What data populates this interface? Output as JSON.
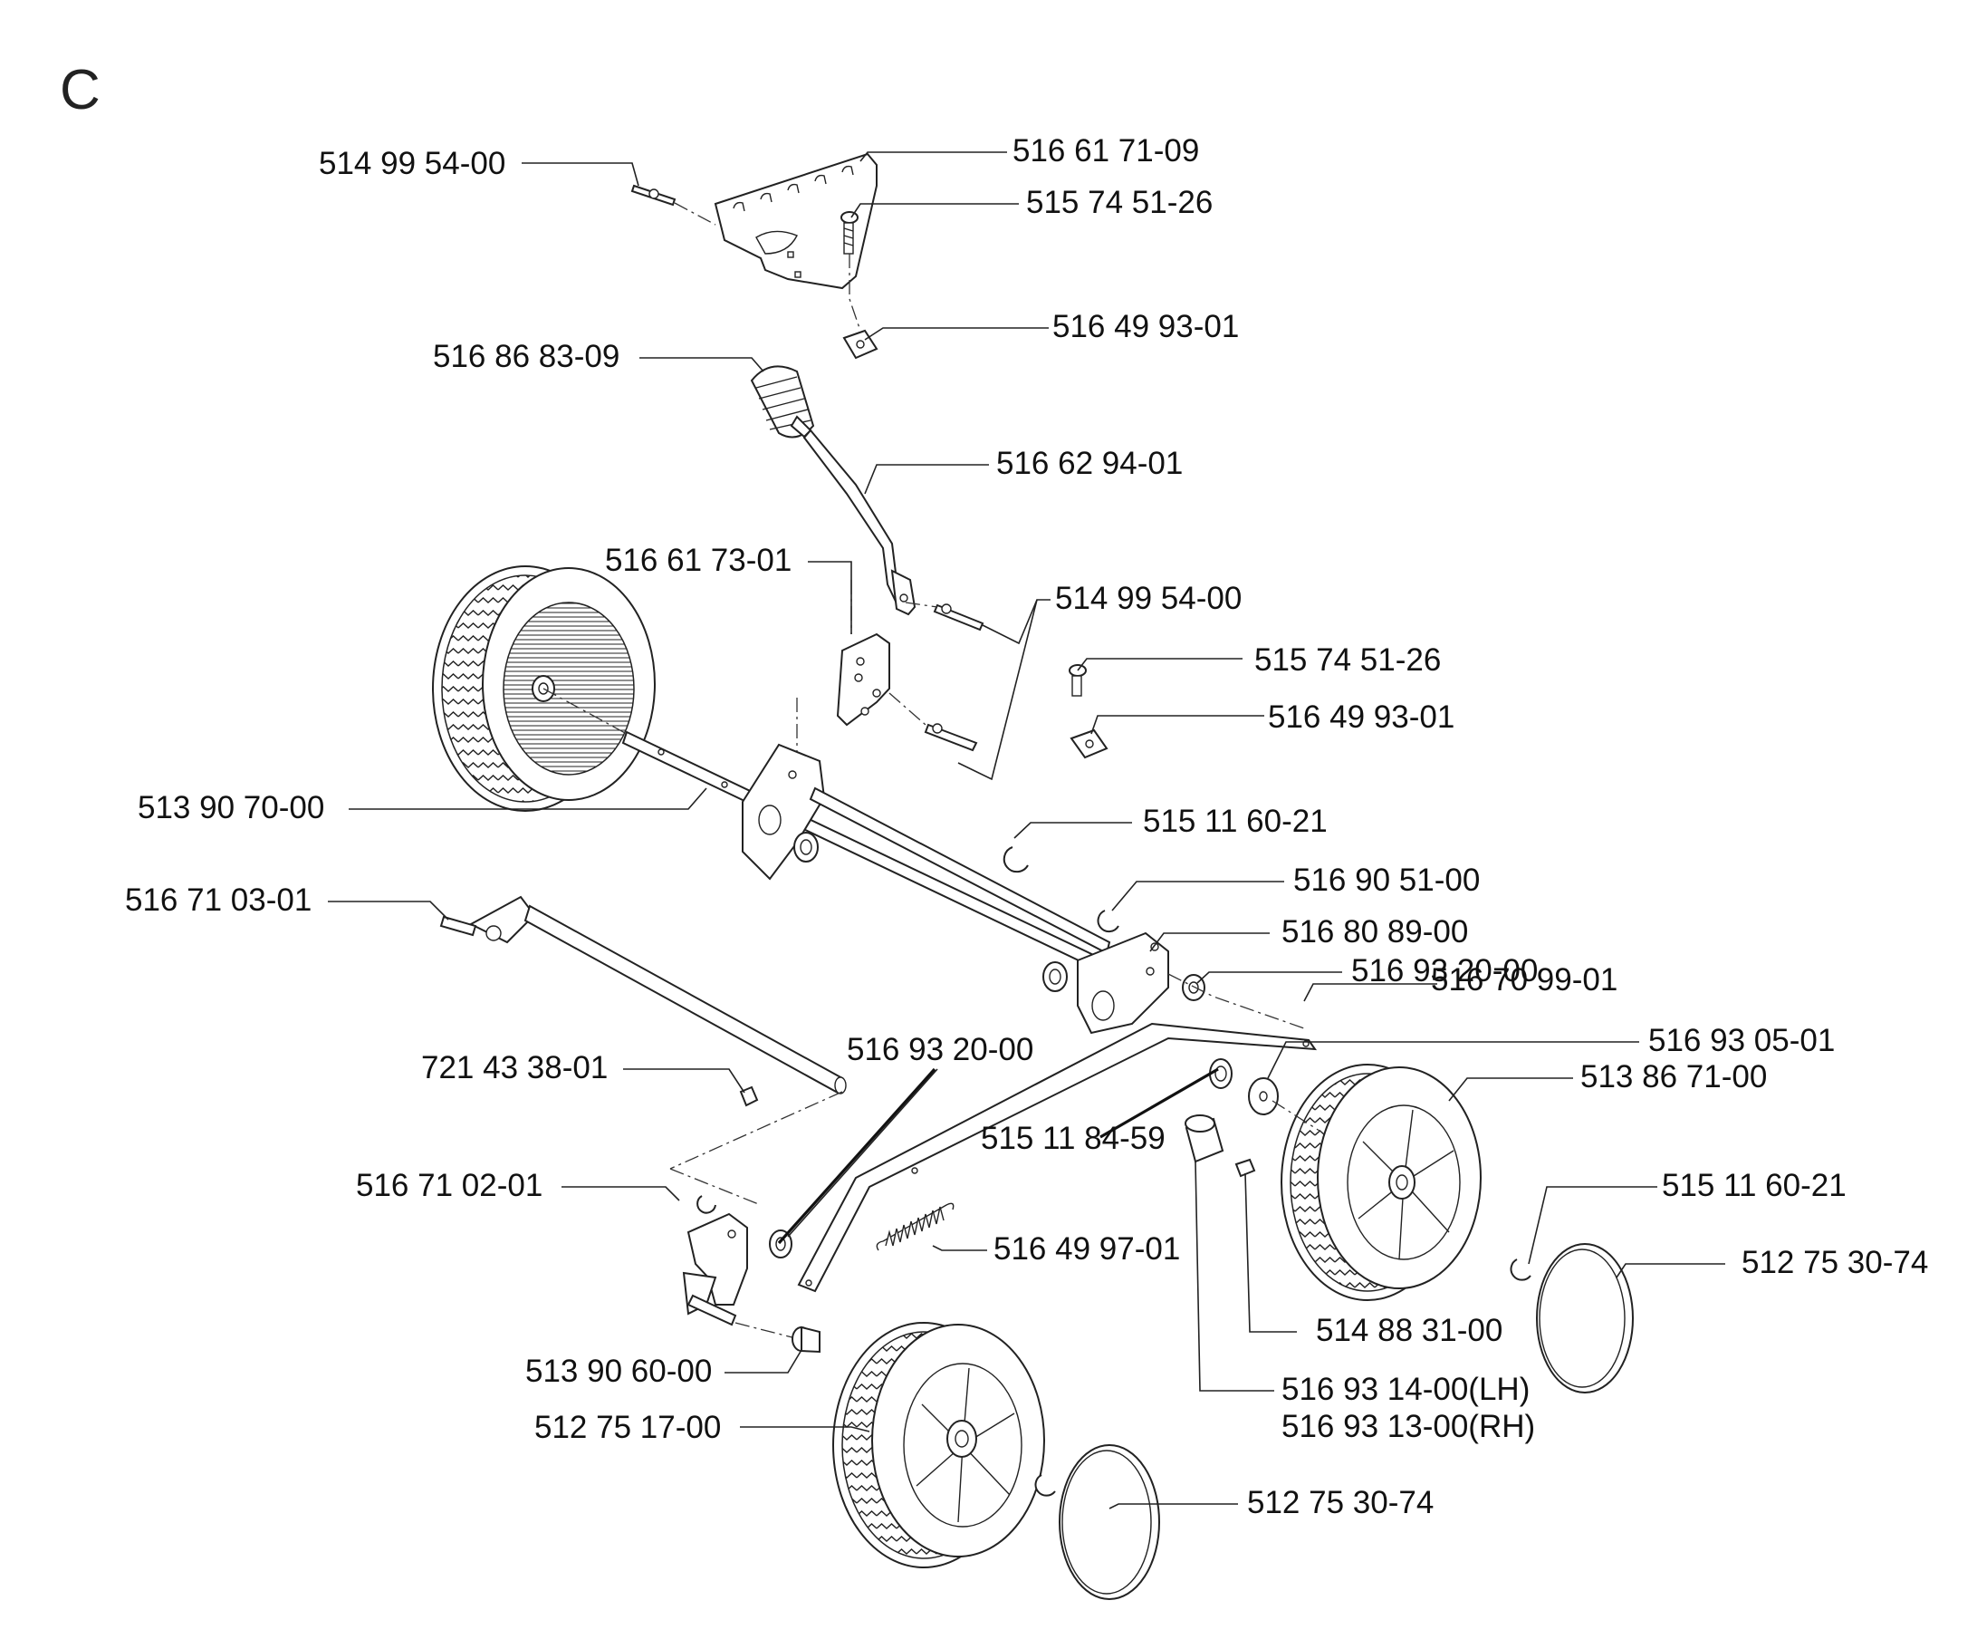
{
  "section": "C",
  "colors": {
    "ink": "#111111",
    "paper": "#ffffff"
  },
  "callouts": {
    "c01": "514 99 54-00",
    "c02": "516 61 71-09",
    "c03": "515 74 51-26",
    "c04": "516 49 93-01",
    "c05": "516 86 83-09",
    "c06": "516 62 94-01",
    "c07": "516 61 73-01",
    "c08": "514 99 54-00",
    "c09": "515 74 51-26",
    "c10": "516 49 93-01",
    "c11": "513 90 70-00",
    "c12": "515 11 60-21",
    "c13": "516 90 51-00",
    "c14": "516 71 03-01",
    "c15": "516 80 89-00",
    "c16": "516 93 20-00",
    "c17": "516 70 99-01",
    "c18": "721 43 38-01",
    "c19": "516 93 20-00",
    "c20": "516 93 05-01",
    "c21": "513 86 71-00",
    "c22": "515 11 84-59",
    "c23": "516 71 02-01",
    "c24": "515 11 60-21",
    "c25": "516 49 97-01",
    "c26": "512 75 30-74",
    "c27": "514 88 31-00",
    "c28": "513 90 60-00",
    "c29": "516 93 14-00(LH)",
    "c30": "516 93 13-00(RH)",
    "c31": "512 75 17-00",
    "c32": "512 75 30-74"
  }
}
